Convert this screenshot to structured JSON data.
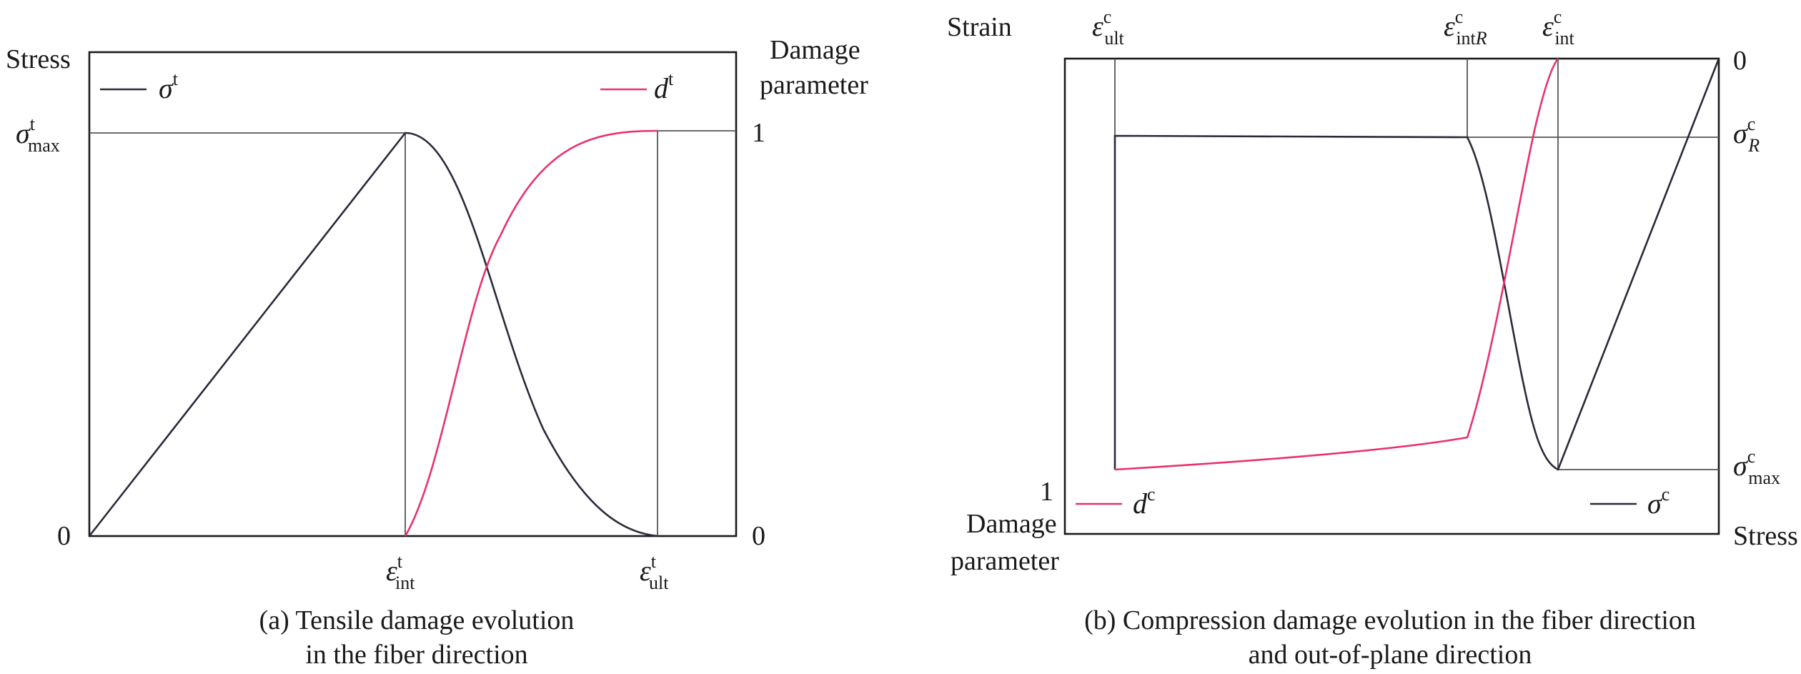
{
  "panel_a": {
    "stress_label": "Stress",
    "damage_label_line1": "Damage",
    "damage_label_line2": "parameter",
    "left_zero": "0",
    "right_zero": "0",
    "right_one": "1",
    "sigma_max": {
      "base": "σ",
      "sup": "t",
      "sub": "max"
    },
    "legend_stress": {
      "base": "σ",
      "sup": "t"
    },
    "legend_damage": {
      "base": "d",
      "sup": "t"
    },
    "eps_int": {
      "base": "ε",
      "sup": "t",
      "sub": "int"
    },
    "eps_ult": {
      "base": "ε",
      "sup": "t",
      "sub": "ult"
    },
    "caption_line1": "(a) Tensile damage evolution",
    "caption_line2": "in the fiber direction"
  },
  "panel_b": {
    "strain_label": "Strain",
    "stress_label": "Stress",
    "damage_label_line1": "Damage",
    "damage_label_line2": "parameter",
    "right_zero": "0",
    "left_one": "1",
    "eps_ult": {
      "base": "ε",
      "sup": "c",
      "sub": "ult"
    },
    "eps_intR": {
      "base": "ε",
      "sup": "c",
      "sub": "int",
      "subItalic": "R"
    },
    "eps_int": {
      "base": "ε",
      "sup": "c",
      "sub": "int"
    },
    "sigma_R": {
      "base": "σ",
      "sup": "c",
      "subItalic": "R"
    },
    "sigma_max": {
      "base": "σ",
      "sup": "c",
      "sub": "max"
    },
    "legend_damage": {
      "base": "d",
      "sup": "c"
    },
    "legend_stress": {
      "base": "σ",
      "sup": "c"
    },
    "caption_line1": "(b) Compression damage evolution in the fiber direction",
    "caption_line2": "and out-of-plane direction"
  },
  "colors": {
    "stress_curve": "#2a2a3a",
    "damage_curve": "#e8336a",
    "frame": "#1a1a1a"
  }
}
